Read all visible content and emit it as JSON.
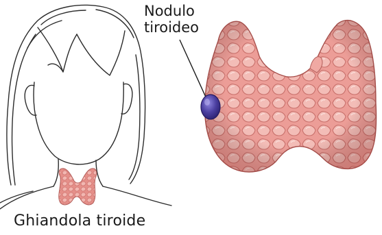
{
  "labels": {
    "nodule_line1": "Nodulo",
    "nodule_line2": "tiroideo",
    "caption": "Ghiandola tiroide"
  },
  "colors": {
    "thyroid_fill": "#e89f9a",
    "thyroid_shadow": "#c86a66",
    "thyroid_highlight": "#f6d3cf",
    "nodule_fill": "#4b3fa0",
    "outline": "#2b2b2b"
  },
  "icons": [
    "woman-head-outline",
    "thyroid-gland",
    "thyroid-nodule"
  ]
}
